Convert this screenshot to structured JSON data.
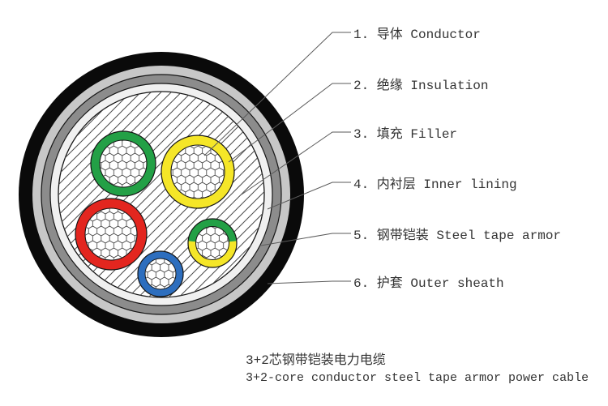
{
  "diagram_title": "power cable cross-section",
  "labels": [
    {
      "num": 1,
      "text": "1. 导体 Conductor"
    },
    {
      "num": 2,
      "text": "2. 绝缘 Insulation"
    },
    {
      "num": 3,
      "text": "3. 填充 Filler"
    },
    {
      "num": 4,
      "text": "4. 内衬层 Inner lining"
    },
    {
      "num": 5,
      "text": "5. 钢带铠装 Steel tape armor"
    },
    {
      "num": 6,
      "text": "6. 护套 Outer sheath"
    }
  ],
  "caption": {
    "line_zh": "3+2芯钢带铠装电力电缆",
    "line_en": "3+2-core conductor steel tape armor power cable"
  },
  "layers": [
    "conductor",
    "insulation",
    "filler",
    "inner-lining",
    "steel-tape-armor",
    "outer-sheath"
  ],
  "colors": {
    "outer_sheath": "#0a0a0a",
    "armor_outer_band": "#c7c7c7",
    "steel_tape_armor": "#8c8c8c",
    "inner_lining": "#f0f0f0",
    "filler_background": "#ffffff",
    "phase_green": "#23a046",
    "phase_yellow": "#f5e628",
    "phase_red": "#e3261f",
    "neutral_blue": "#2d6ebe",
    "earth_green_yellow": "#23a046 / #f5e628",
    "hatch_line": "#4a4a4a",
    "leader_line": "#5a5a5a",
    "text": "#333333"
  }
}
